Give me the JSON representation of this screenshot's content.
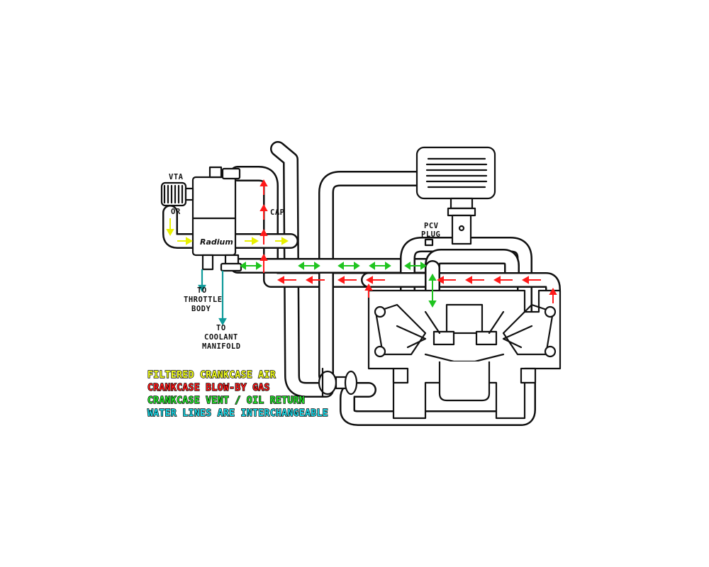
{
  "labels": {
    "vta": "VTA",
    "or": "OR",
    "cap": "CAP",
    "pcv_line1": "PCV",
    "pcv_line2": "PLUG",
    "throttle_line1": "TO",
    "throttle_line2": "THROTTLE",
    "throttle_line3": "BODY",
    "coolant_line1": "TO",
    "coolant_line2": "COOLANT",
    "coolant_line3": "MANIFOLD",
    "brand": "Radium"
  },
  "legend": [
    {
      "text": "FILTERED CRANKCASE AIR",
      "color": "#f2ff1a"
    },
    {
      "text": "CRANKCASE BLOW-BY GAS",
      "color": "#ff1a1a"
    },
    {
      "text": "CRANKCASE VENT / OIL RETURN",
      "color": "#22e02a"
    },
    {
      "text": "WATER LINES ARE INTERCHANGEABLE",
      "color": "#1ad7e6"
    }
  ],
  "colors": {
    "filtered_air": "#f2ff1a",
    "blow_by": "#ff1a1a",
    "vent_oil": "#22e02a",
    "water": "#0f9a9a",
    "outline": "#111111"
  }
}
